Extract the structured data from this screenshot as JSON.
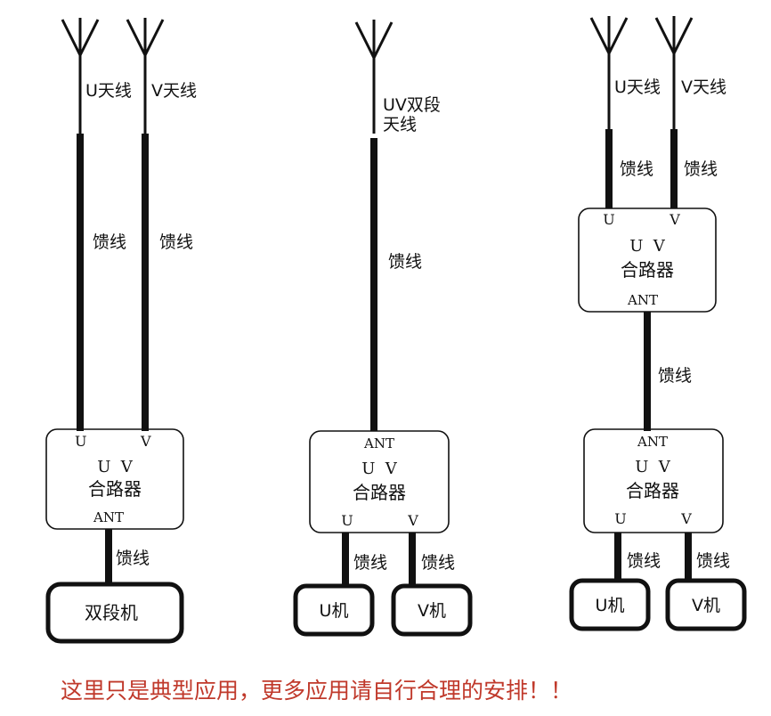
{
  "labels": {
    "u_antenna": "U天线",
    "v_antenna": "V天线",
    "uv_antenna_line1": "UV双段",
    "uv_antenna_line2": "天线",
    "feedline": "馈线",
    "port_u": "U",
    "port_v": "V",
    "combiner_uv": "U  V",
    "combiner_name": "合路器",
    "port_ant": "ANT",
    "dual_band_radio": "双段机",
    "u_radio": "U机",
    "v_radio": "V机"
  },
  "caption": "这里只是典型应用，更多应用请自行合理的安排！！"
}
